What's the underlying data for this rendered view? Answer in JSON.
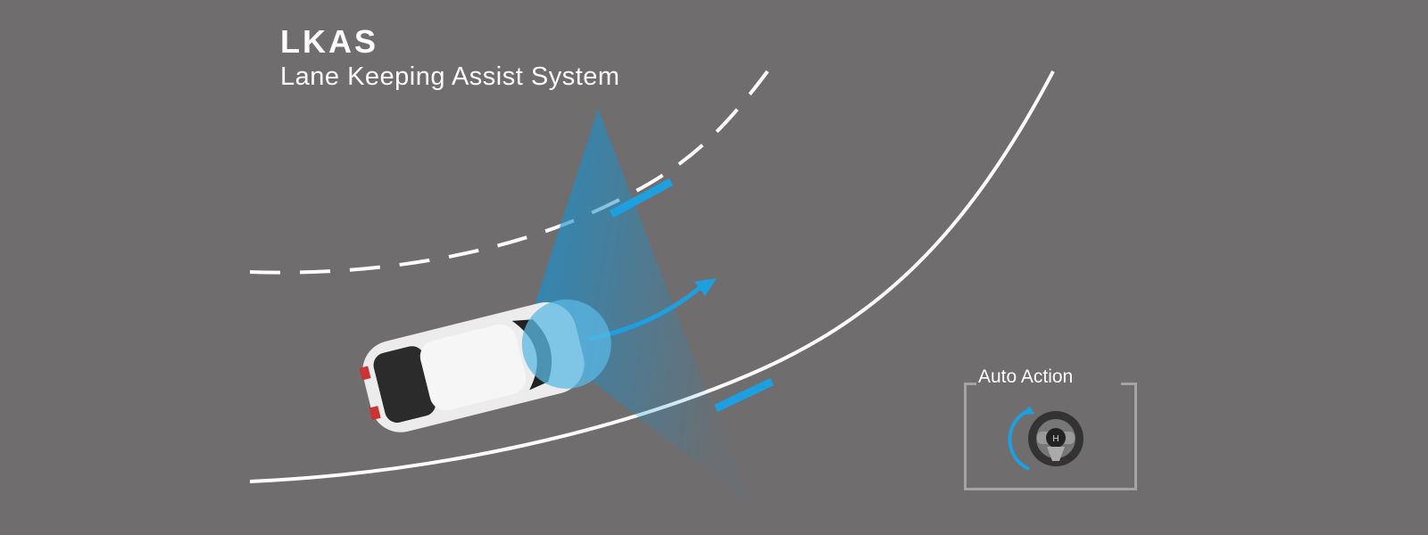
{
  "header": {
    "title": "LKAS",
    "subtitle": "Lane Keeping Assist System"
  },
  "indicator": {
    "label": "Auto Action",
    "icon": "steering-wheel-icon"
  },
  "colors": {
    "background": "#6f6d6e",
    "accent": "#1e9fe0",
    "lane": "#ffffff"
  }
}
